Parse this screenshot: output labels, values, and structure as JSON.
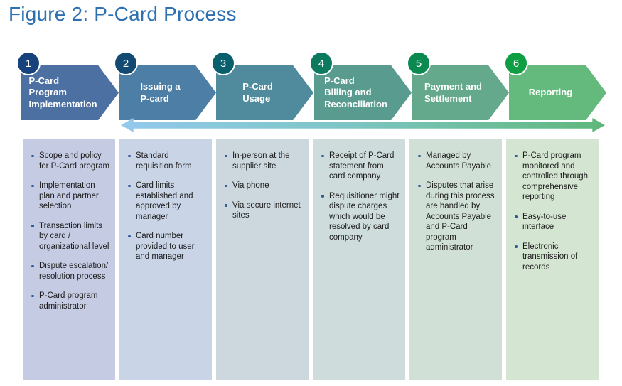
{
  "title": "Figure 2: P-Card Process",
  "title_color": "#2e70b0",
  "arrow": {
    "start": "#93c9ed",
    "mid": "#7ec6c6",
    "end": "#5fb77b"
  },
  "steps": [
    {
      "number": "1",
      "title_lines": [
        "P-Card",
        "Program",
        "Implementation"
      ],
      "chevron_color": "#4d70a2",
      "badge_color": "#17427b",
      "panel_color": "#c5cbe2",
      "bullets": [
        "Scope and policy for P-Card program",
        "Implementation plan and partner selection",
        "Transaction limits by card / organizational level",
        "Dispute escalation/ resolution process",
        "P-Card program administrator"
      ]
    },
    {
      "number": "2",
      "title_lines": [
        "Issuing  a",
        "P-card"
      ],
      "chevron_color": "#4d7fa6",
      "badge_color": "#134a74",
      "panel_color": "#c9d4e6",
      "bullets": [
        "Standard requisition form",
        "Card limits established and approved by manager",
        "Card number provided to user and manager"
      ]
    },
    {
      "number": "3",
      "title_lines": [
        "P-Card",
        "Usage"
      ],
      "chevron_color": "#4f8b9d",
      "badge_color": "#0a5f6d",
      "panel_color": "#ccd8de",
      "bullets": [
        "In-person at the supplier site",
        "Via phone",
        "Via secure internet sites"
      ]
    },
    {
      "number": "4",
      "title_lines": [
        "P-Card",
        "Billing and",
        "Reconciliation"
      ],
      "chevron_color": "#5a9b90",
      "badge_color": "#0b7a5e",
      "panel_color": "#cfdcdc",
      "bullets": [
        "Receipt of P-Card statement from card company",
        "Requisitioner might dispute charges which would be resolved by card company"
      ]
    },
    {
      "number": "5",
      "title_lines": [
        "Payment and",
        "Settlement"
      ],
      "chevron_color": "#64a98c",
      "badge_color": "#0b8a50",
      "panel_color": "#d1e0d7",
      "bullets": [
        "Managed by Accounts Payable",
        "Disputes that arise during this process are handled by Accounts Payable and P-Card program administrator"
      ]
    },
    {
      "number": "6",
      "title_lines": [
        "Reporting"
      ],
      "chevron_color": "#64ba7d",
      "badge_color": "#0f9e44",
      "panel_color": "#d4e6d2",
      "bullets": [
        "P-Card program monitored and controlled through comprehensive reporting",
        "Easy-to-use interface",
        "Electronic transmission of records"
      ]
    }
  ]
}
